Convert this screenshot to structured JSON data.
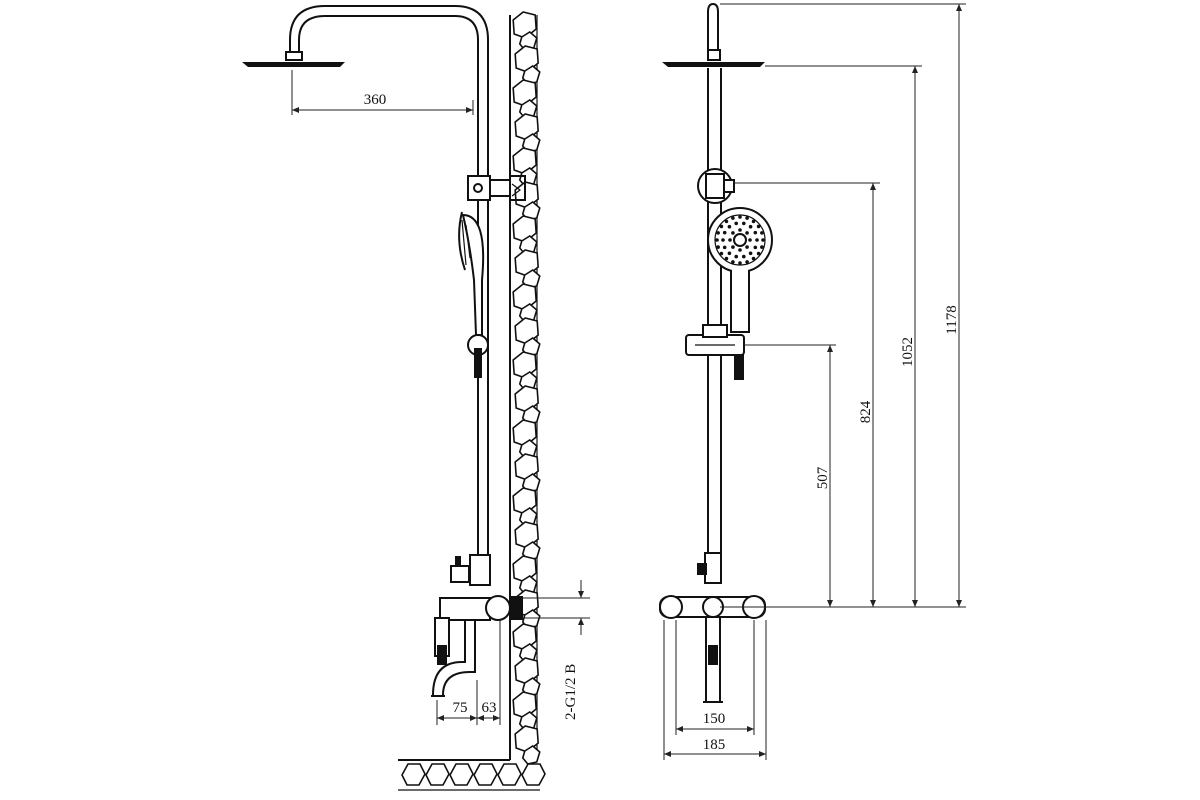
{
  "side_view": {
    "dim_arm": "360",
    "dim_spout_a": "75",
    "dim_spout_b": "63",
    "connection": "2-G1/2 B"
  },
  "front_view": {
    "dim_mixer_inner": "150",
    "dim_mixer_outer": "185",
    "dim_holder": "507",
    "dim_hand_bracket": "824",
    "dim_head": "1052",
    "dim_total": "1178"
  }
}
